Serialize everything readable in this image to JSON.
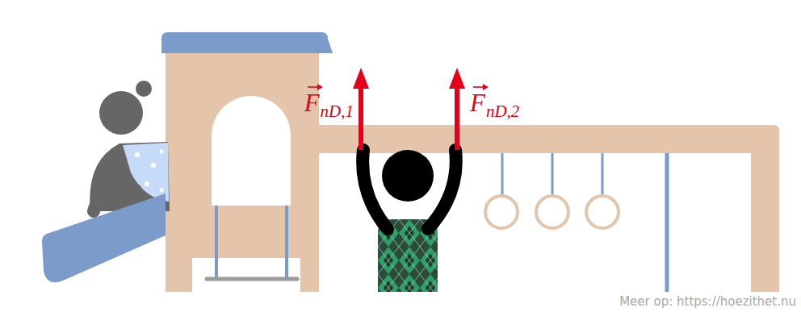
{
  "diagram": {
    "labels": [
      "F",
      "nD,1",
      "F",
      "nD,2",
      "Meer op: https://hoezithet.nu"
    ]
  }
}
